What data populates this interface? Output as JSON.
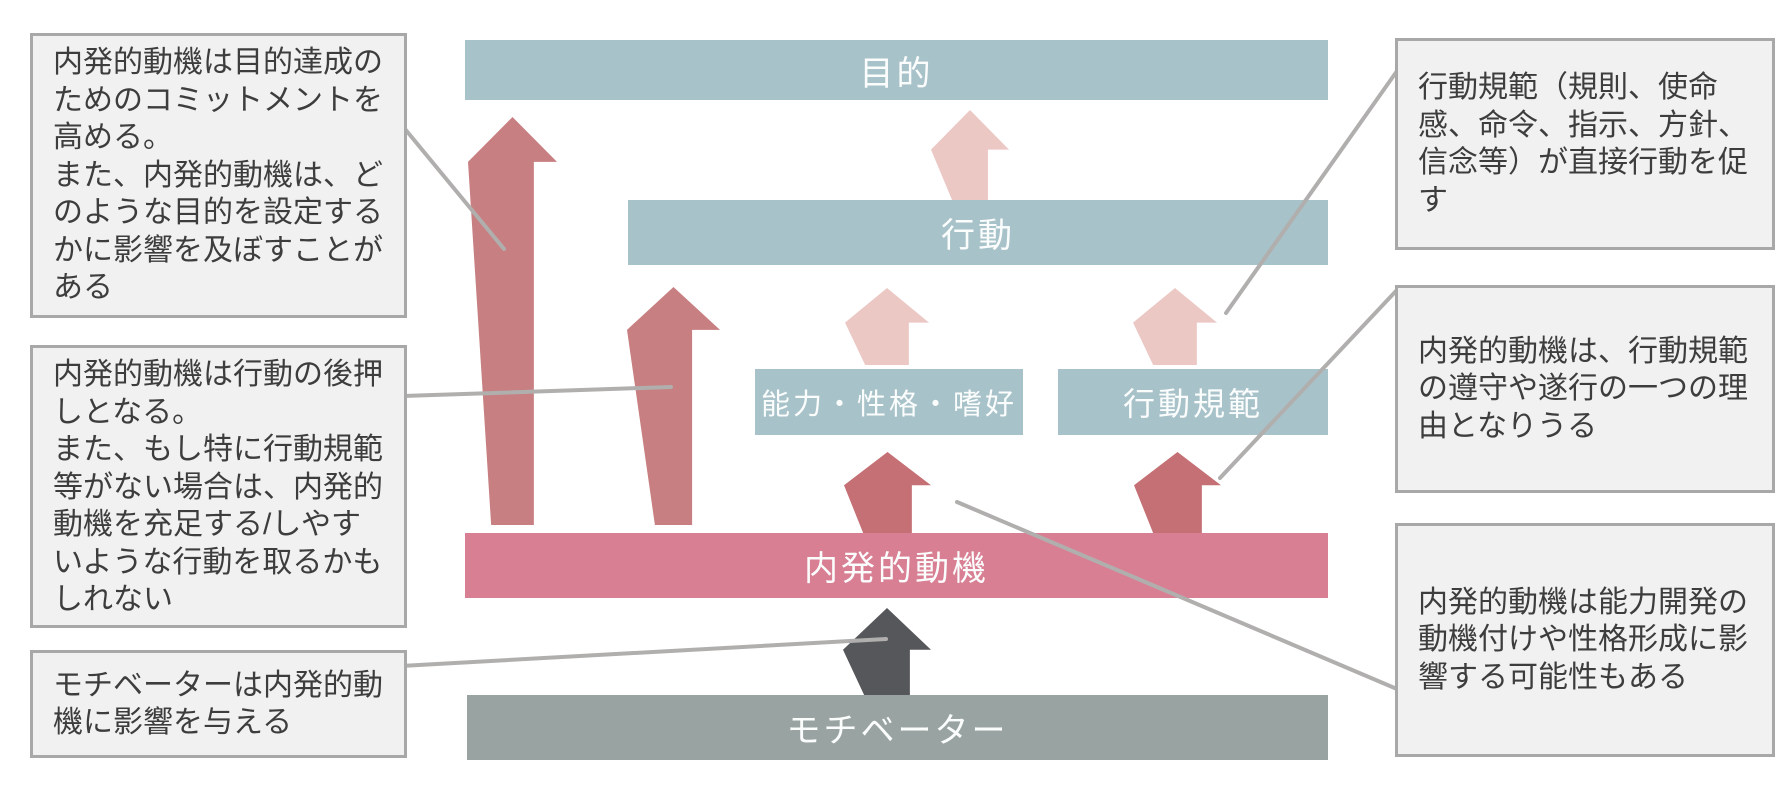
{
  "flow": {
    "purpose": "目的",
    "action": "行動",
    "ability": "能力・性格・嗜好",
    "norms": "行動規範",
    "intrinsic": "内発的動機",
    "motivator": "モチベーター"
  },
  "annotations": {
    "left": [
      {
        "text": "内発的動機は目的達成のためのコミットメントを高める。\nまた、内発的動機は、どのような目的を設定するかに影響を及ぼすことがある"
      },
      {
        "text": "内発的動機は行動の後押しとなる。\nまた、もし特に行動規範等がない場合は、内発的動機を充足する/しやすいような行動を取るかもしれない"
      },
      {
        "text": "モチベーターは内発的動機に影響を与える"
      }
    ],
    "right": [
      {
        "text": "行動規範（規則、使命感、命令、指示、方針、信念等）が直接行動を促す"
      },
      {
        "text": "内発的動機は、行動規範の遵守や遂行の一つの理由となりうる"
      },
      {
        "text": "内発的動機は能力開発の動機付けや性格形成に影響する可能性もある"
      }
    ]
  },
  "colors": {
    "bar_blue": "#a8c2c9",
    "bar_pink": "#d87f93",
    "bar_gray": "#99a4a2",
    "arrow_red": "#c77f81",
    "arrow_red_small": "#c47074",
    "arrow_light_pink": "#ecc8c5",
    "arrow_dark": "#56575a",
    "annotation_bg": "#f1f1f1",
    "annotation_border": "#a8a8a8",
    "connector": "#b0afae",
    "text_dark": "#3d3d3d",
    "bar_text": "#fbfdfd"
  }
}
